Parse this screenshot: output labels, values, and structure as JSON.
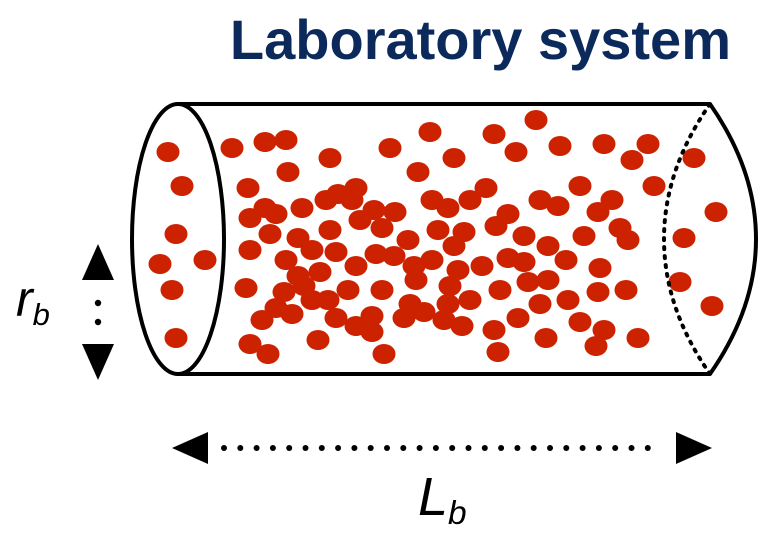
{
  "title": "Laboratory system",
  "labels": {
    "radius": {
      "symbol": "r",
      "subscript": "b"
    },
    "length": {
      "symbol": "L",
      "subscript": "b"
    }
  },
  "colors": {
    "title": "#0b2a5b",
    "particle": "#cc2200",
    "outline": "#000000"
  },
  "icons": [
    "up-arrowhead-icon",
    "down-arrowhead-icon",
    "left-arrowhead-icon",
    "right-arrowhead-icon"
  ]
}
